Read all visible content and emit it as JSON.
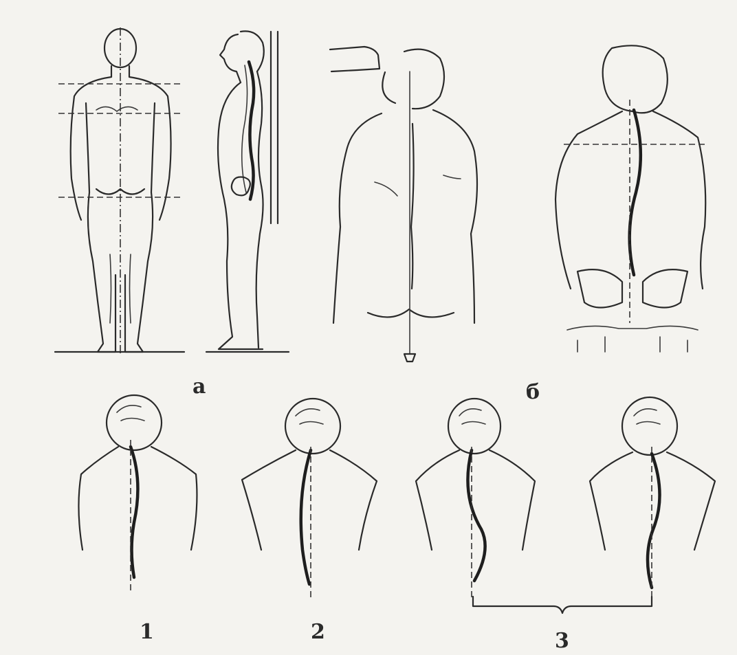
{
  "labels": {
    "a": "а",
    "b": "б",
    "one": "1",
    "two": "2",
    "three": "3"
  },
  "colors": {
    "ink": "#2a2a2a",
    "paper": "#f4f3ef"
  }
}
